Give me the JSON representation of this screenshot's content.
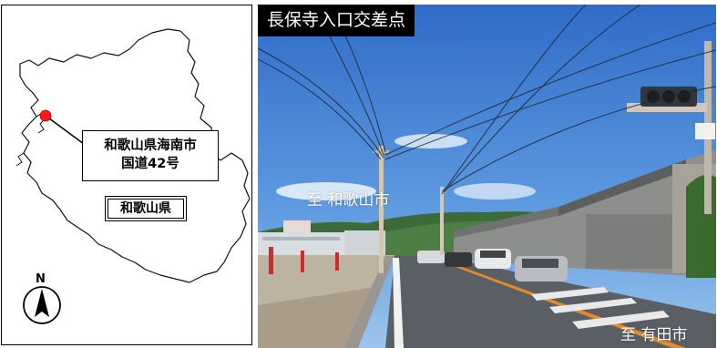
{
  "map": {
    "callout_line1": "和歌山県海南市",
    "callout_line2": "国道42号",
    "prefecture_label": "和歌山県",
    "north_label": "N",
    "marker_color": "#ff1a1a"
  },
  "photo": {
    "title": "長保寺入口交差点",
    "label_to_wakayama": "至 和歌山市",
    "label_to_arida": "至 有田市"
  },
  "colors": {
    "sky": "#3f7fd0",
    "road": "#5a5f66",
    "road_line_orange": "#e38a2b",
    "title_bg": "#000000"
  }
}
